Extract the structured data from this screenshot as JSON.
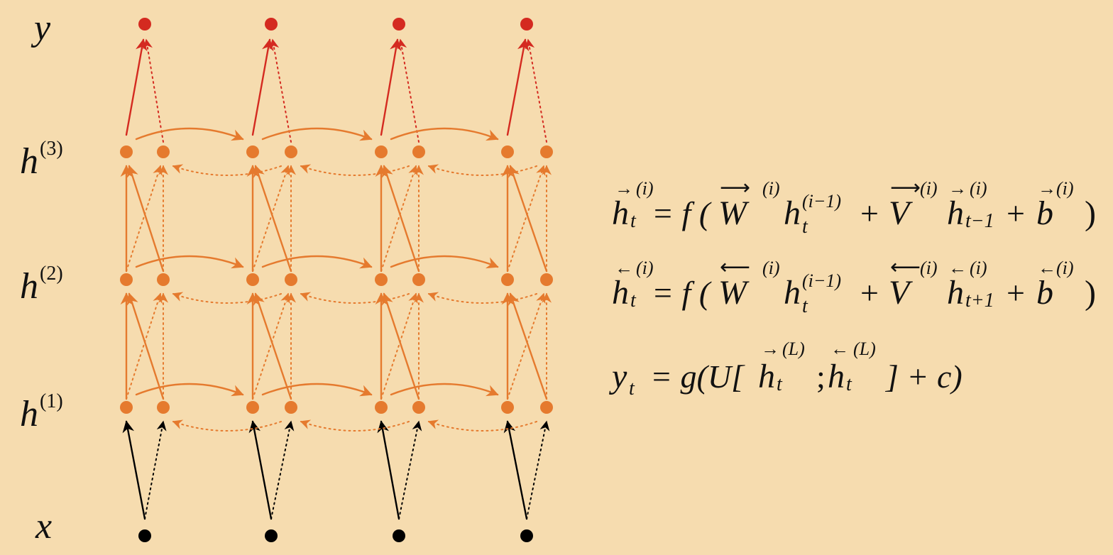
{
  "rows": {
    "y": {
      "symbol": "y",
      "sup": ""
    },
    "h3": {
      "symbol": "h",
      "sup": "(3)"
    },
    "h2": {
      "symbol": "h",
      "sup": "(2)"
    },
    "h1": {
      "symbol": "h",
      "sup": "(1)"
    },
    "x": {
      "symbol": "x",
      "sup": ""
    }
  },
  "time_steps": 4,
  "colors": {
    "background": "#f6dcaf",
    "input": "#000000",
    "hidden": "#e57a2e",
    "output": "#d42a20",
    "text": "#111111"
  },
  "equations": {
    "forward": {
      "lhs": "h",
      "lhs_arrow": "→",
      "lhs_sup": "(i)",
      "lhs_sub": "t",
      "eq": "= f (",
      "w": "W",
      "w_arrow": "⟶",
      "w_sup": "(i)",
      "h": "h",
      "h_sup": "(i−1)",
      "h_sub": "t",
      "plus1": "+",
      "v": "V",
      "v_arrow": "⟶",
      "v_sup": "(i)",
      "hp": "h",
      "hp_arrow": "→",
      "hp_sup": "(i)",
      "hp_sub": "t−1",
      "plus2": "+",
      "b": "b",
      "b_arrow": "→",
      "b_sup": "(i)",
      "close": ")"
    },
    "backward": {
      "lhs": "h",
      "lhs_arrow": "←",
      "lhs_sup": "(i)",
      "lhs_sub": "t",
      "eq": "= f (",
      "w": "W",
      "w_arrow": "⟵",
      "w_sup": "(i)",
      "h": "h",
      "h_sup": "(i−1)",
      "h_sub": "t",
      "plus1": "+",
      "v": "V",
      "v_arrow": "⟵",
      "v_sup": "(i)",
      "hp": "h",
      "hp_arrow": "←",
      "hp_sup": "(i)",
      "hp_sub": "t+1",
      "plus2": "+",
      "b": "b",
      "b_arrow": "←",
      "b_sup": "(i)",
      "close": ")"
    },
    "output": {
      "y": "y",
      "y_sub": "t",
      "eq": "= g(U[",
      "h1": "h",
      "h1_arrow": "→",
      "h1_sup": "(L)",
      "h1_sub": "t",
      "semi": ";",
      "h2": "h",
      "h2_arrow": "←",
      "h2_sup": "(L)",
      "h2_sub": "t",
      "close": "] + c)"
    }
  }
}
